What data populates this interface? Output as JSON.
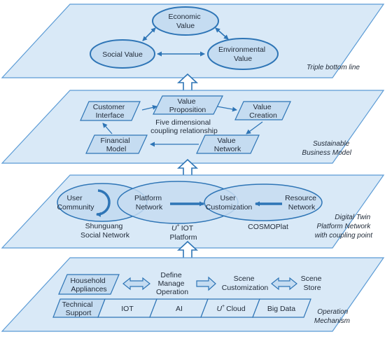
{
  "layers": {
    "triple_bottom_line": {
      "caption": "Triple bottom line",
      "economic_value": [
        "Economic",
        "Value"
      ],
      "social_value": "Social Value",
      "environmental_value": [
        "Environmental",
        "Value"
      ]
    },
    "sustainable_business_model": {
      "caption": [
        "Sustainable",
        "Business Model"
      ],
      "customer_interface": [
        "Customer",
        "Interface"
      ],
      "value_proposition": [
        "Value",
        "Proposition"
      ],
      "value_creation": [
        "Value",
        "Creation"
      ],
      "financial_model": [
        "Financial",
        "Model"
      ],
      "value_network": [
        "Value",
        "Network"
      ],
      "center": [
        "Five dimensional",
        "coupling relationship"
      ]
    },
    "platform_network": {
      "caption": [
        "Digital Twin",
        "Platform Network",
        "with coupling point"
      ],
      "user_community": [
        "User",
        "Community"
      ],
      "platform_network": [
        "Platform",
        "Network"
      ],
      "user_customization": [
        "User",
        "Customization"
      ],
      "resource_network": [
        "Resource",
        "Network"
      ],
      "shunguang": [
        "Shunguang",
        "Social Network"
      ],
      "iot_platform": [
        "IOT",
        "Platform"
      ],
      "cosmoplat": "COSMOPlat"
    },
    "operation_mechanism": {
      "caption": [
        "Operation",
        "Mechanism"
      ],
      "household": [
        "Household",
        "Appliances"
      ],
      "define": [
        "Define",
        "Manage",
        "Operation"
      ],
      "scene_customization": [
        "Scene",
        "Customization"
      ],
      "scene_store": [
        "Scene",
        "Store"
      ],
      "technical_support": [
        "Technical",
        "Support"
      ],
      "iot": "IOT",
      "ai": "AI",
      "cloud": "Cloud",
      "big_data": "Big Data"
    }
  },
  "colors": {
    "panel_fill": "#d9e9f7",
    "panel_stroke": "#5b9bd5",
    "node_fill": "#c5dcf1",
    "arrow": "#2e75b6"
  }
}
